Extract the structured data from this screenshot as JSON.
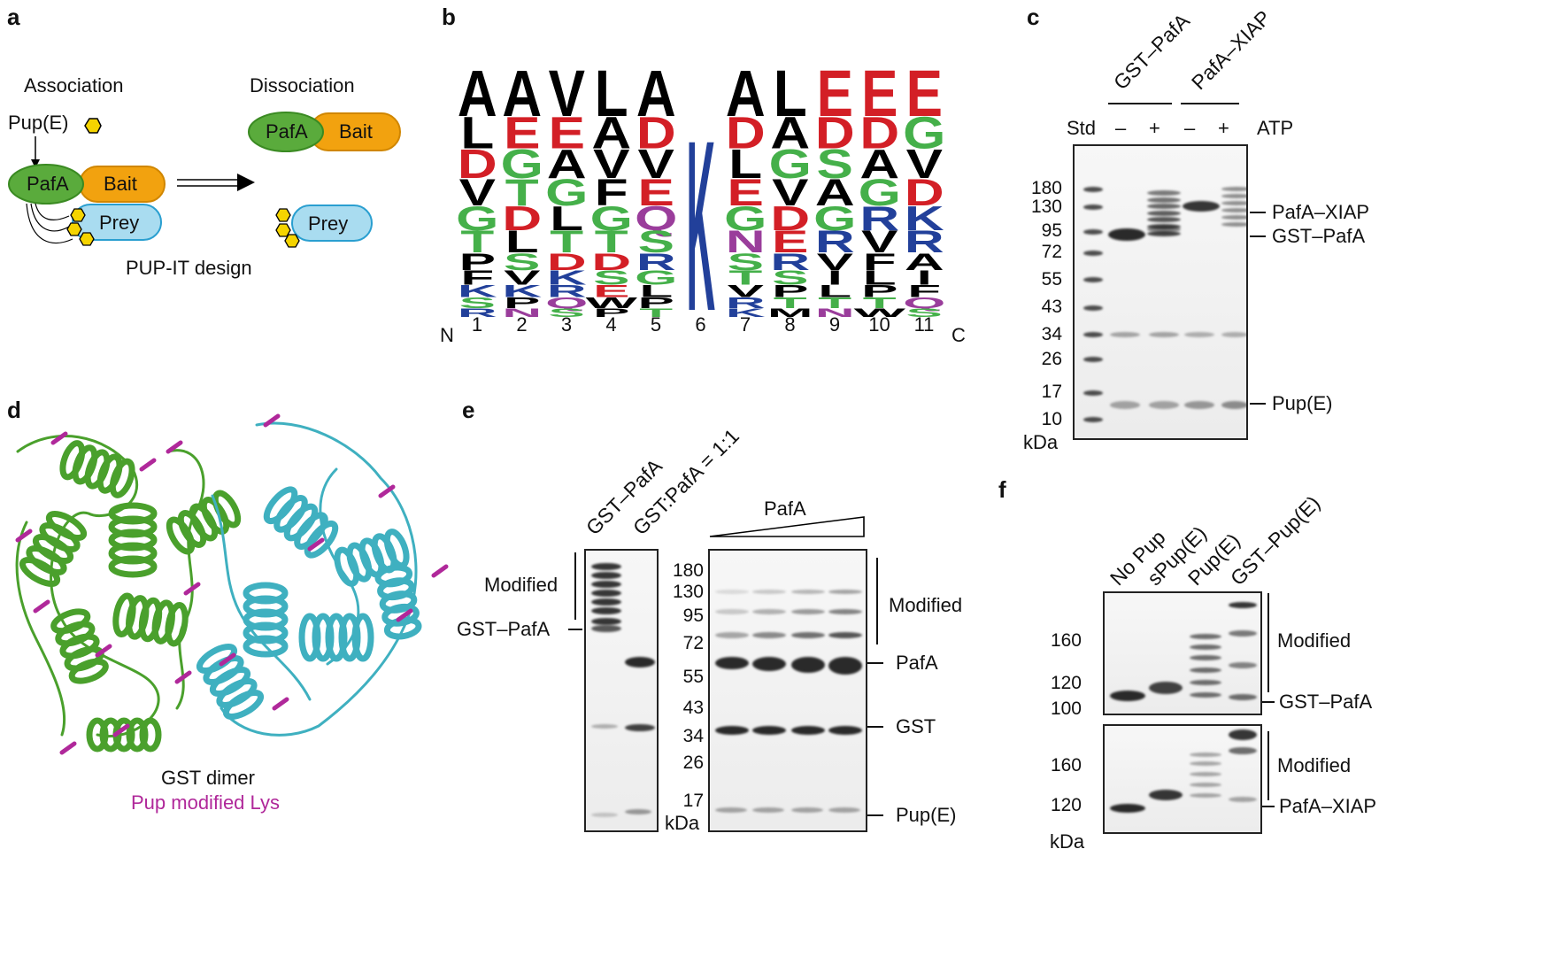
{
  "panels": {
    "a": {
      "label": "a",
      "association": "Association",
      "dissociation": "Dissociation",
      "pup": "Pup(E)",
      "pafa": "PafA",
      "bait": "Bait",
      "prey": "Prey",
      "design": "PUP-IT design",
      "colors": {
        "pafa": "#5aab3c",
        "bait": "#f2a20f",
        "prey": "#a9dcf0",
        "pup": "#f5d400"
      }
    },
    "b": {
      "label": "b",
      "n_term": "N",
      "c_term": "C",
      "positions": [
        "1",
        "2",
        "3",
        "4",
        "5",
        "6",
        "7",
        "8",
        "9",
        "10",
        "11"
      ],
      "logo": [
        [
          "A",
          "L",
          "D",
          "V",
          "G",
          "T",
          "P",
          "F",
          "K",
          "S",
          "R"
        ],
        [
          "A",
          "E",
          "G",
          "T",
          "D",
          "L",
          "S",
          "V",
          "K",
          "P",
          "N"
        ],
        [
          "V",
          "E",
          "A",
          "G",
          "L",
          "T",
          "D",
          "K",
          "R",
          "Q",
          "S"
        ],
        [
          "L",
          "A",
          "V",
          "F",
          "G",
          "T",
          "D",
          "S",
          "E",
          "W",
          "P"
        ],
        [
          "A",
          "D",
          "V",
          "E",
          "Q",
          "S",
          "R",
          "G",
          "L",
          "P",
          "T"
        ],
        [
          "K"
        ],
        [
          "A",
          "D",
          "L",
          "E",
          "G",
          "N",
          "S",
          "T",
          "V",
          "R",
          "K"
        ],
        [
          "L",
          "A",
          "G",
          "V",
          "D",
          "E",
          "R",
          "S",
          "P",
          "T",
          "M"
        ],
        [
          "E",
          "D",
          "S",
          "A",
          "G",
          "R",
          "V",
          "I",
          "L",
          "T",
          "N"
        ],
        [
          "E",
          "D",
          "A",
          "G",
          "R",
          "V",
          "F",
          "L",
          "P",
          "T",
          "W"
        ],
        [
          "E",
          "G",
          "V",
          "D",
          "K",
          "R",
          "A",
          "I",
          "F",
          "Q",
          "S"
        ]
      ],
      "colors": {
        "acidic": "#d31f26",
        "basic": "#22409a",
        "polar": "#45b04a",
        "amide": "#9a3d9b",
        "hydrophobic": "#000000"
      }
    },
    "c": {
      "label": "c",
      "groups": [
        "GST–PafA",
        "PafA–XIAP"
      ],
      "std": "Std",
      "atp": "ATP",
      "signs": [
        "–",
        "+",
        "–",
        "+"
      ],
      "markers": [
        "180",
        "130",
        "95",
        "72",
        "55",
        "43",
        "34",
        "26",
        "17",
        "10"
      ],
      "kda": "kDa",
      "right_labels": [
        "PafA–XIAP",
        "GST–PafA",
        "Pup(E)"
      ]
    },
    "d": {
      "label": "d",
      "caption1": "GST dimer",
      "caption2": "Pup modified Lys",
      "colors": {
        "chain_a": "#4aa02c",
        "chain_b": "#3fb0c0",
        "lys": "#b0289a"
      }
    },
    "e": {
      "label": "e",
      "left_lanes": [
        "GST–PafA",
        "GST:PafA = 1:1"
      ],
      "pafa_title": "PafA",
      "modified_left": "Modified",
      "gst_pafa": "GST–PafA",
      "markers": [
        "180",
        "130",
        "95",
        "72",
        "55",
        "43",
        "34",
        "26",
        "17"
      ],
      "kda": "kDa",
      "modified_right": "Modified",
      "right_labels": [
        "PafA",
        "GST",
        "Pup(E)"
      ]
    },
    "f": {
      "label": "f",
      "lanes": [
        "No Pup",
        "sPup(E)",
        "Pup(E)",
        "GST–Pup(E)"
      ],
      "top_markers": [
        "160",
        "120",
        "100"
      ],
      "bottom_markers": [
        "160",
        "120"
      ],
      "kda": "kDa",
      "modified_top": "Modified",
      "gst_pafa": "GST–PafA",
      "modified_bottom": "Modified",
      "pafa_xiap": "PafA–XIAP"
    }
  }
}
